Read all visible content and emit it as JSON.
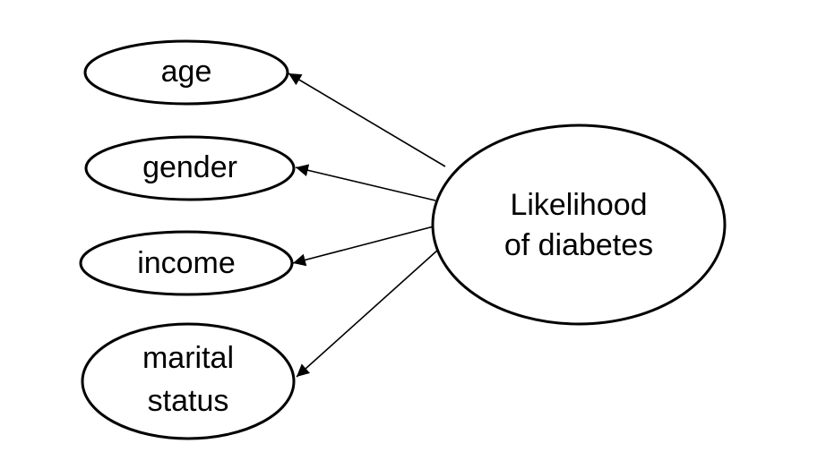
{
  "diagram": {
    "center_node": {
      "label_line1": "Likelihood",
      "label_line2": "of diabetes"
    },
    "factor_nodes": {
      "age": "age",
      "gender": "gender",
      "income": "income",
      "marital_line1": "marital",
      "marital_line2": "status"
    },
    "colors": {
      "stroke": "#000000",
      "fill": "#ffffff"
    }
  }
}
